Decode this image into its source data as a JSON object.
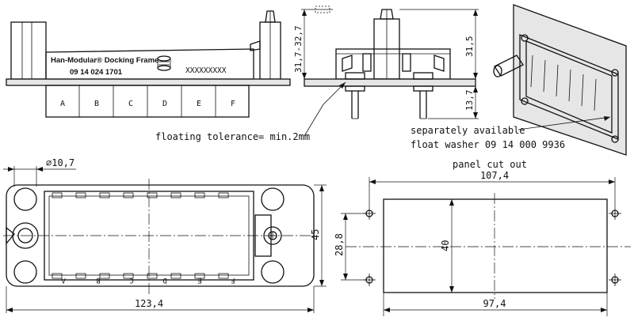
{
  "frame": {
    "title": "Han-Modular® Docking Frame",
    "part_number": "09 14 024 1701",
    "placeholder_code": "XXXXXXXXX",
    "slots": [
      "A",
      "B",
      "C",
      "D",
      "E",
      "F"
    ]
  },
  "side_view": {
    "dim_height_range": "31,7-32,7",
    "dim_height": "31,5",
    "dim_lower": "13,7"
  },
  "notes": {
    "floating_tolerance": "floating tolerance= min.2mm",
    "washer_line1": "separately available",
    "washer_line2": "float washer 09 14 000 9936"
  },
  "front_view": {
    "dim_hole": "∅10,7",
    "dim_width": "123,4",
    "dim_height": "45"
  },
  "cutout": {
    "title": "panel cut out",
    "dim_outer_width": "107,4",
    "dim_inner_width": "97,4",
    "dim_hole_spacing": "28,8",
    "dim_height": "40"
  }
}
